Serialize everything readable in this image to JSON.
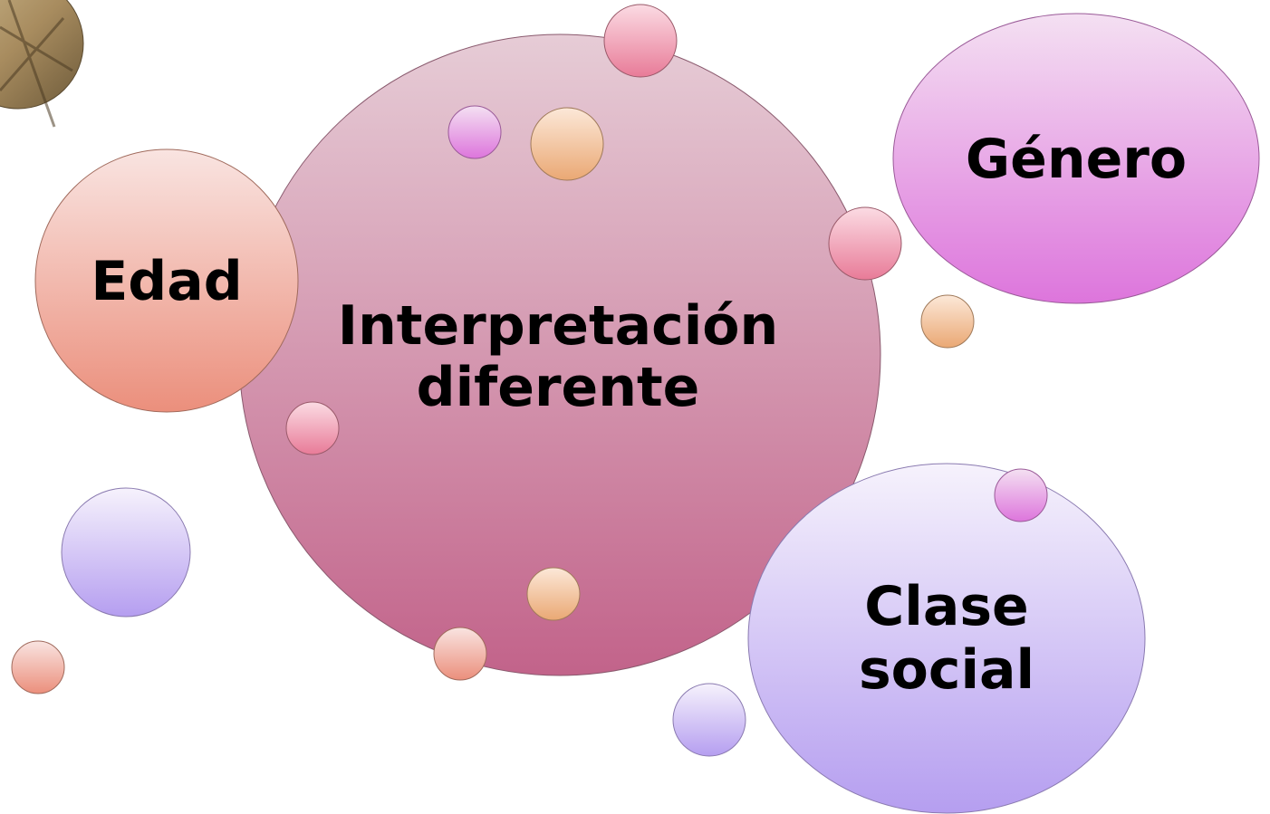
{
  "diagram": {
    "center_line1": "Interpretación",
    "center_line2": "diferente",
    "edad": "Edad",
    "genero": "Género",
    "clase_line1": "Clase",
    "clase_line2": "social"
  },
  "colors": {
    "pink_top": "#e6ccd6",
    "pink_bottom": "#c2638a",
    "salmon_top": "#f9e4e1",
    "salmon_bottom": "#eb8f7c",
    "magenta_top": "#f4e0f2",
    "magenta_bottom": "#dd75dc",
    "lavender_top": "#f6f2fc",
    "lavender_bottom": "#b59ef0",
    "orange_top": "#fce8d8",
    "orange_bottom": "#eaa874",
    "rose_top": "#fbdbe3",
    "rose_bottom": "#e87b98"
  }
}
